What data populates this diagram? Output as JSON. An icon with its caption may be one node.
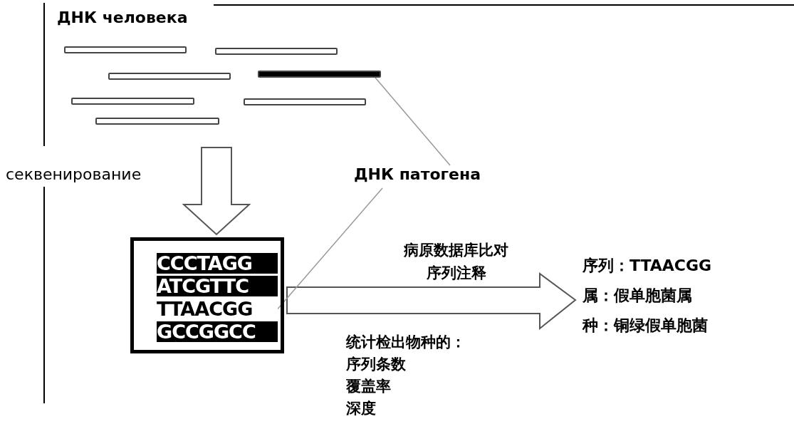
{
  "diagram": {
    "nodes": [
      {
        "text": [
          "ДНК человека"
        ]
      },
      {
        "text": [],
        "shape": "bar",
        "in": 0
      },
      {
        "text": [],
        "shape": "bar",
        "in": 0
      },
      {
        "text": [],
        "shape": "bar",
        "in": 0
      },
      {
        "text": [],
        "shape": "bar",
        "in": 0
      },
      {
        "text": [],
        "shape": "bar",
        "in": 0
      },
      {
        "text": [],
        "shape": "bar",
        "in": 0
      },
      {
        "text": [],
        "shape": "bar",
        "in": 0
      },
      {
        "text": [],
        "shape": "box"
      },
      {
        "text": [
          "CCCTAGG"
        ],
        "in": 8
      },
      {
        "text": [
          "ATCGTTC"
        ],
        "in": 8
      },
      {
        "text": [
          "TTAACGG"
        ],
        "in": 8
      },
      {
        "text": [
          "GCCGGCC"
        ],
        "in": 8
      },
      {
        "text": [
          "ДНК патогена"
        ]
      },
      {
        "text": [
          "序列：TTAACGG",
          "属：假单胞菌属",
          "种：铜绿假单胞菌"
        ]
      }
    ],
    "edges": [
      {
        "from": 0,
        "to": 8,
        "arrow": "to",
        "label": "секвенирование"
      },
      {
        "from": 8,
        "to": 14,
        "arrow": "to",
        "label": "病原数据库比对序列注释"
      },
      {
        "from": 13,
        "to": 4,
        "arrow": "none",
        "color": "#9a9a9a"
      },
      {
        "from": 13,
        "to": 11,
        "arrow": "none",
        "color": "#9a9a9a"
      }
    ],
    "labels": [
      "统计检出物种的：",
      "序列条数",
      "覆盖率",
      "深度"
    ]
  }
}
